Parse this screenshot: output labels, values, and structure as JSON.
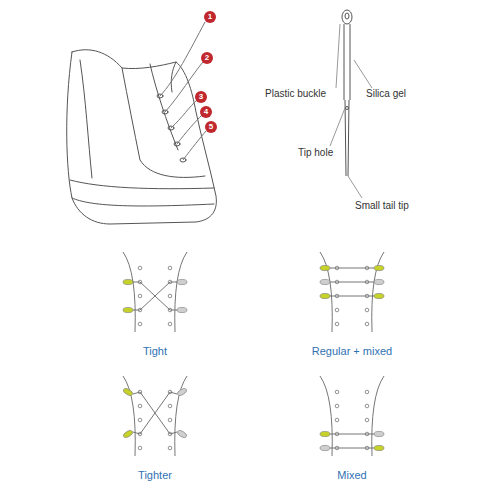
{
  "diagram": {
    "labels": [
      "1",
      "2",
      "3",
      "4",
      "5",
      "Plastic buckle",
      "Silica gel",
      "Tip hole",
      "Small tail tip",
      "Tight",
      "Regular + mixed",
      "Tighter",
      "Mixed"
    ]
  }
}
